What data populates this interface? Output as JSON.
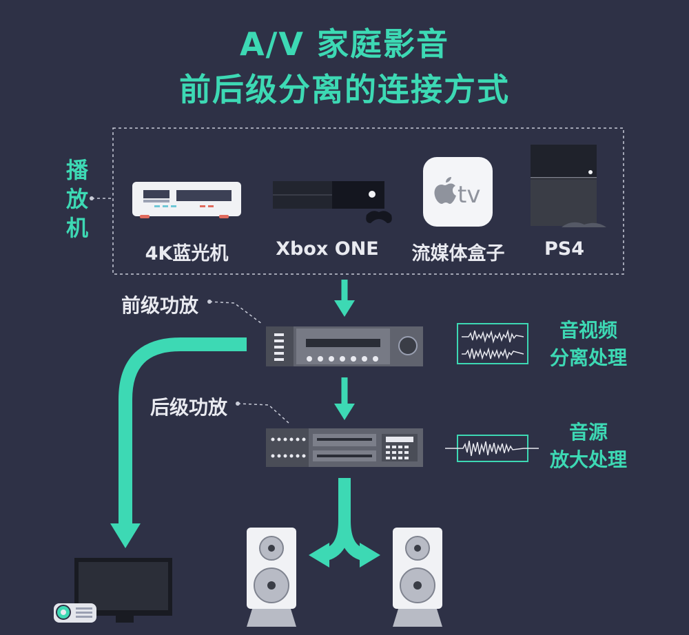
{
  "title": {
    "line1": "A/V 家庭影音",
    "line2": "前后级分离的连接方式"
  },
  "players": {
    "side_label": [
      "播",
      "放",
      "机"
    ],
    "devices": [
      {
        "label": "4K蓝光机",
        "icon": "bluray-player-icon"
      },
      {
        "label": "Xbox ONE",
        "icon": "xbox-console-icon"
      },
      {
        "label": "流媒体盒子",
        "icon": "apple-tv-icon"
      },
      {
        "label": "PS4",
        "icon": "ps4-console-icon"
      }
    ],
    "appletv_text": "tv"
  },
  "preamp": {
    "label": "前级功放",
    "process_line1": "音视频",
    "process_line2": "分离处理"
  },
  "poweramp": {
    "label": "后级功放",
    "process_line1": "音源",
    "process_line2": "放大处理"
  },
  "outputs": {
    "display": "tv-projector-icon",
    "speakers": "speaker-icon"
  },
  "colors": {
    "background": "#2e3146",
    "accent": "#3dd9b4",
    "text": "#e9eaf0"
  }
}
